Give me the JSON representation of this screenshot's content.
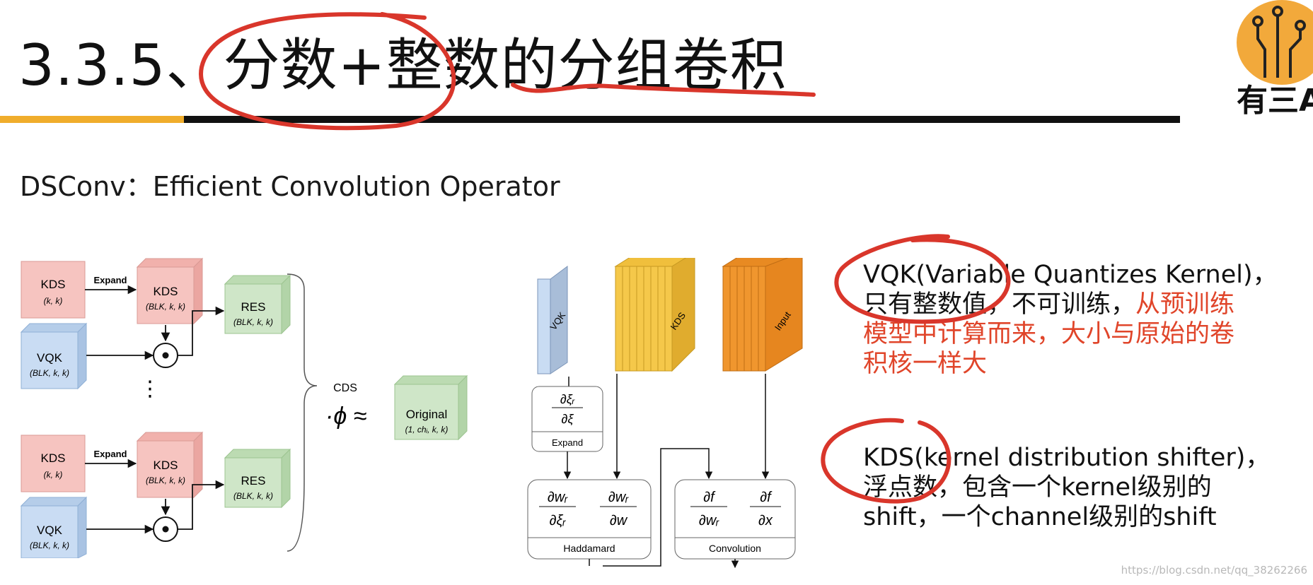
{
  "slide": {
    "title": "3.3.5、分数+整数的分组卷积",
    "subtitle": "DSConv：Efficient Convolution Operator",
    "logo_text": "有三A",
    "vqk_line1": "VQK(Variable Quantizes Kernel)，",
    "vqk_line2_black": "只有整数值，不可训练，",
    "vqk_line2_red": "从预训练",
    "vqk_line3_red": "模型中计算而来，大小与原始的卷",
    "vqk_line4_red": "积核一样大",
    "kds_line1": "KDS(kernel distribution shifter)，",
    "kds_line2": "浮点数，包含一个kernel级别的",
    "kds_line3": "shift，一个channel级别的shift",
    "watermark": "https://blog.csdn.net/qq_38262266"
  },
  "left_diagram": {
    "kds_label": "KDS",
    "kds_dims": "(k, k)",
    "expand_label": "Expand",
    "kds_block_dims": "(BLK, k, k)",
    "vqk_label": "VQK",
    "vqk_dims": "(BLK, k, k)",
    "res_label": "RES",
    "res_dims": "(BLK, k, k)",
    "ellipsis": "⋮",
    "cds_label": "CDS",
    "approx_symbol": "·ϕ ≈",
    "original_label": "Original",
    "original_dims": "(1, chᵢ, k, k)"
  },
  "right_diagram": {
    "vqk_label": "VQK",
    "kds_label": "KDS",
    "input_label": "Input",
    "expand_num": "∂ξᵣ",
    "expand_den": "∂ξ",
    "expand_label": "Expand",
    "had_num1": "∂wᵣ",
    "had_den1": "∂ξᵣ",
    "had_num2": "∂wᵣ",
    "had_den2": "∂w",
    "had_label": "Haddamard",
    "conv_num1": "∂f",
    "conv_den1": "∂wᵣ",
    "conv_num2": "∂f",
    "conv_den2": "∂x",
    "conv_label": "Convolution"
  },
  "colors": {
    "accent_yellow": "#f0ad2c",
    "annotation_red": "#d9362b",
    "kds_pink": "#f6c4c0",
    "vqk_blue": "#c9dcf3",
    "res_green": "#cfe6c8",
    "kds_yellow": "#f5c84a",
    "input_orange": "#f0962e"
  }
}
